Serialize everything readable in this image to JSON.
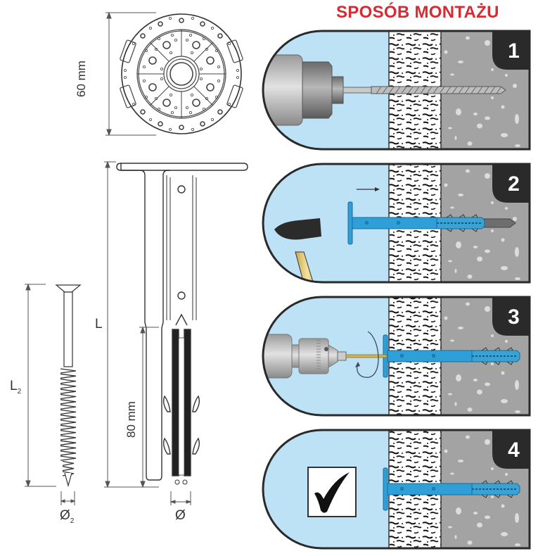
{
  "title": "SPOSÓB MONTAŻU",
  "colors": {
    "title_red": "#d52b33",
    "panel_sky": "#bde2f6",
    "panel_border": "#2a2a2a",
    "concrete": "#a3a3a3",
    "concrete_dots": "#d9d9d9",
    "insulation_bg": "#ffffff",
    "dowel_blue": "#2f9fd8",
    "badge": "#2a2a2a"
  },
  "drawing": {
    "plate_dim_label": "60 mm",
    "length_label": "L",
    "expansion_zone_label": "80 mm",
    "diameter_label": "Ø",
    "screw_length_label": "L",
    "screw_length_sub": "2",
    "screw_diameter_label": "Ø",
    "screw_diameter_sub": "2"
  },
  "steps": [
    {
      "number": "1",
      "description": "drill-hole",
      "icon": "hammer-drill-icon"
    },
    {
      "number": "2",
      "description": "hammer-in-dowel",
      "icon": "hammer-icon"
    },
    {
      "number": "3",
      "description": "screw-in-pin",
      "icon": "drill-chuck-icon"
    },
    {
      "number": "4",
      "description": "done",
      "icon": "checkmark-icon"
    }
  ]
}
